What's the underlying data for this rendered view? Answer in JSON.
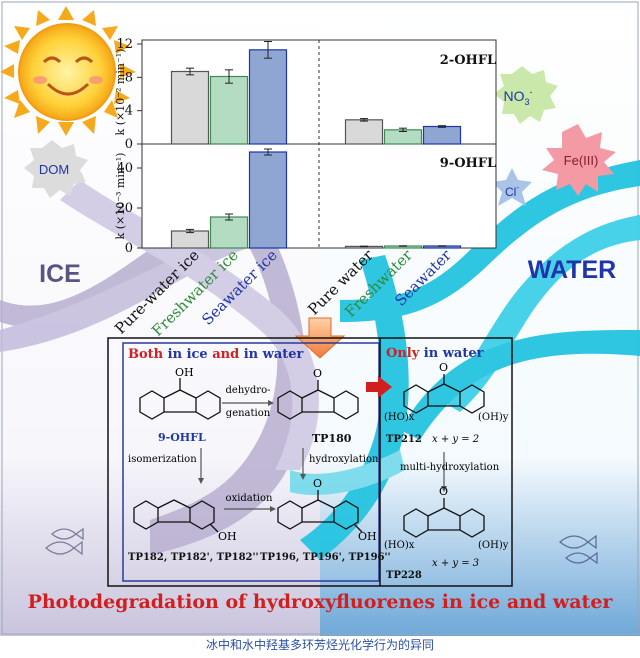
{
  "ice_label": "ICE",
  "water_label": "WATER",
  "labels": {
    "dom": "DOM",
    "no3": "NO",
    "no3_sub": "3",
    "no3_sup": "-",
    "fe": "Fe(III)",
    "cl": "Cl",
    "cl_sup": "-"
  },
  "colors": {
    "pure": "#d9d9d9",
    "fresh": "#b4dcc3",
    "sea": "#8fa6d2",
    "ice_band": "#b8afd0",
    "water_band": "#25c4e0",
    "title_red": "#d11f1f",
    "blue_text": "#1f35a8",
    "green_text": "#2e8b3a"
  },
  "chart_data": [
    {
      "type": "bar",
      "title": "2-OHFL",
      "ylabel": "k (×10⁻² min⁻¹)",
      "ylim": [
        0,
        12
      ],
      "yticks": [
        "0",
        "4",
        "8",
        "12"
      ],
      "grid": false,
      "panel": "top",
      "groups": [
        "ice",
        "water"
      ],
      "categories": [
        "Pure-water ice",
        "Freshwater ice",
        "Seawater ice",
        "Pure water",
        "Freshwater",
        "Seawater"
      ],
      "values": [
        8.7,
        8.1,
        11.3,
        2.9,
        1.7,
        2.1
      ],
      "errors": [
        0.4,
        0.8,
        1.0,
        0.15,
        0.2,
        0.1
      ]
    },
    {
      "type": "bar",
      "title": "9-OHFL",
      "ylabel": "k (×10⁻³ min⁻¹)",
      "ylim": [
        0,
        50
      ],
      "yticks": [
        "0",
        "20",
        "40"
      ],
      "grid": false,
      "panel": "bottom",
      "categories": [
        "Pure-water ice",
        "Freshwater ice",
        "Seawater ice",
        "Pure water",
        "Freshwater",
        "Seawater"
      ],
      "values": [
        8.5,
        15.5,
        48,
        0.8,
        1.0,
        1.0
      ],
      "errors": [
        0.8,
        1.5,
        1.5,
        0.1,
        0.1,
        0.1
      ]
    }
  ],
  "pathways": {
    "left_title_a": "Both",
    "left_title_b": " in ice ",
    "left_title_c": "and",
    "left_title_d": " in water",
    "right_title_a": "Only",
    "right_title_b": " in water",
    "oh": "OH",
    "o": "O",
    "ohfl": "9-OHFL",
    "dehydro_1": "dehydro-",
    "dehydro_2": "genation",
    "tp180": "TP180",
    "isomerization": "isomerization",
    "hydroxylation": "hydroxylation",
    "oxidation": "oxidation",
    "tp182": "TP182, TP182', TP182''",
    "tp196": "TP196, TP196', TP196''",
    "ho_x": "(HO)x",
    "oh_y": "(OH)y",
    "tp212": "TP212",
    "xy2": "x + y = 2",
    "multi": "multi-hydroxylation",
    "tp228": "TP228",
    "xy3": "x + y = 3"
  },
  "bottom_title": "Photodegradation of hydroxyfluorenes in ice and water",
  "caption": "冰中和水中羟基多环芳烃光化学行为的异同"
}
